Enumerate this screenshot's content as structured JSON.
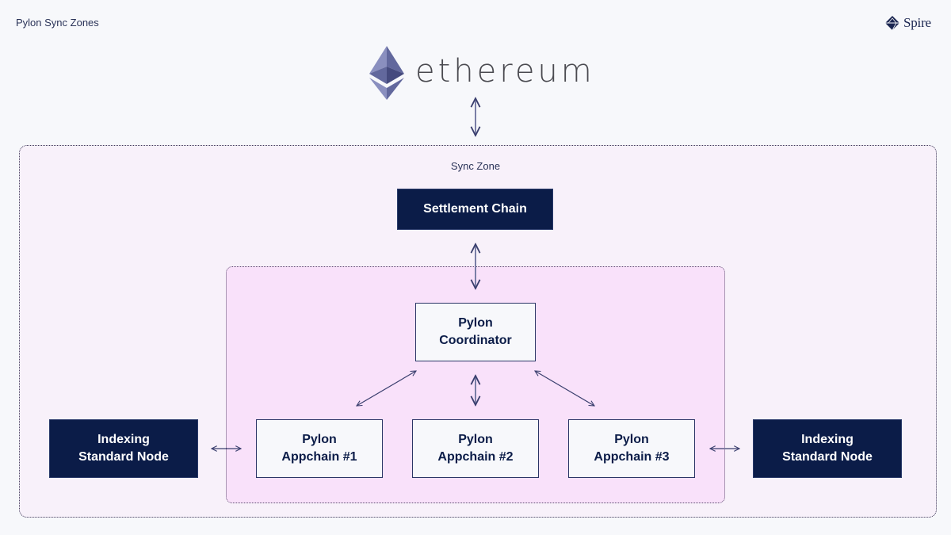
{
  "header": {
    "title": "Pylon Sync Zones",
    "brand_name": "Spire",
    "brand_icon": "diamond-gem-icon"
  },
  "ethereum": {
    "logo_icon": "ethereum-diamond-icon",
    "wordmark": "ethereum"
  },
  "sync_zone": {
    "label": "Sync Zone",
    "settlement_chain": "Settlement Chain",
    "pylon_zone": {
      "coordinator": {
        "line1": "Pylon",
        "line2": "Coordinator"
      },
      "appchains": [
        {
          "line1": "Pylon",
          "line2": "Appchain #1"
        },
        {
          "line1": "Pylon",
          "line2": "Appchain #2"
        },
        {
          "line1": "Pylon",
          "line2": "Appchain #3"
        }
      ]
    },
    "indexing_nodes": [
      {
        "line1": "Indexing",
        "line2": "Standard Node"
      },
      {
        "line1": "Indexing",
        "line2": "Standard Node"
      }
    ]
  },
  "colors": {
    "background": "#f7f8fb",
    "dark_box": "#0b1c48",
    "outer_zone_fill": "#f8f1fa",
    "inner_zone_fill": "#f9e1fa",
    "arrow": "#4a4f7a"
  },
  "connections": [
    {
      "from": "ethereum",
      "to": "sync-zone",
      "type": "bidirectional"
    },
    {
      "from": "settlement-chain",
      "to": "pylon-coordinator",
      "type": "bidirectional"
    },
    {
      "from": "pylon-coordinator",
      "to": "pylon-appchain-1",
      "type": "bidirectional"
    },
    {
      "from": "pylon-coordinator",
      "to": "pylon-appchain-2",
      "type": "bidirectional"
    },
    {
      "from": "pylon-coordinator",
      "to": "pylon-appchain-3",
      "type": "bidirectional"
    },
    {
      "from": "indexing-node-left",
      "to": "pylon-appchain-1",
      "type": "bidirectional"
    },
    {
      "from": "pylon-appchain-3",
      "to": "indexing-node-right",
      "type": "bidirectional"
    }
  ]
}
